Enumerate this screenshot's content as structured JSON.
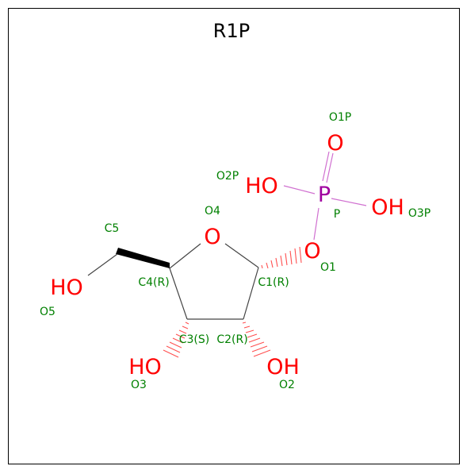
{
  "title": "R1P",
  "colors": {
    "oxygen": "#ff0000",
    "phosphorus": "#a000a0",
    "label": "#008000",
    "bond": "#444444",
    "phosphate_bond": "#d070d0",
    "frame": "#000000"
  },
  "atoms": {
    "o_ring": "O",
    "o1": "O",
    "o1p": "O",
    "p": "P",
    "o2p": "HO",
    "o3p": "OH",
    "o5": "HO",
    "o3": "HO",
    "o2": "OH"
  },
  "labels": {
    "o1p": "O1P",
    "o2p": "O2P",
    "o3p": "O3P",
    "p": "P",
    "o4": "O4",
    "o1": "O1",
    "c5": "C5",
    "c4": "C4(R)",
    "c1": "C1(R)",
    "o5": "O5",
    "c3": "C3(S)",
    "c2": "C2(R)",
    "o3": "O3",
    "o2": "O2"
  }
}
